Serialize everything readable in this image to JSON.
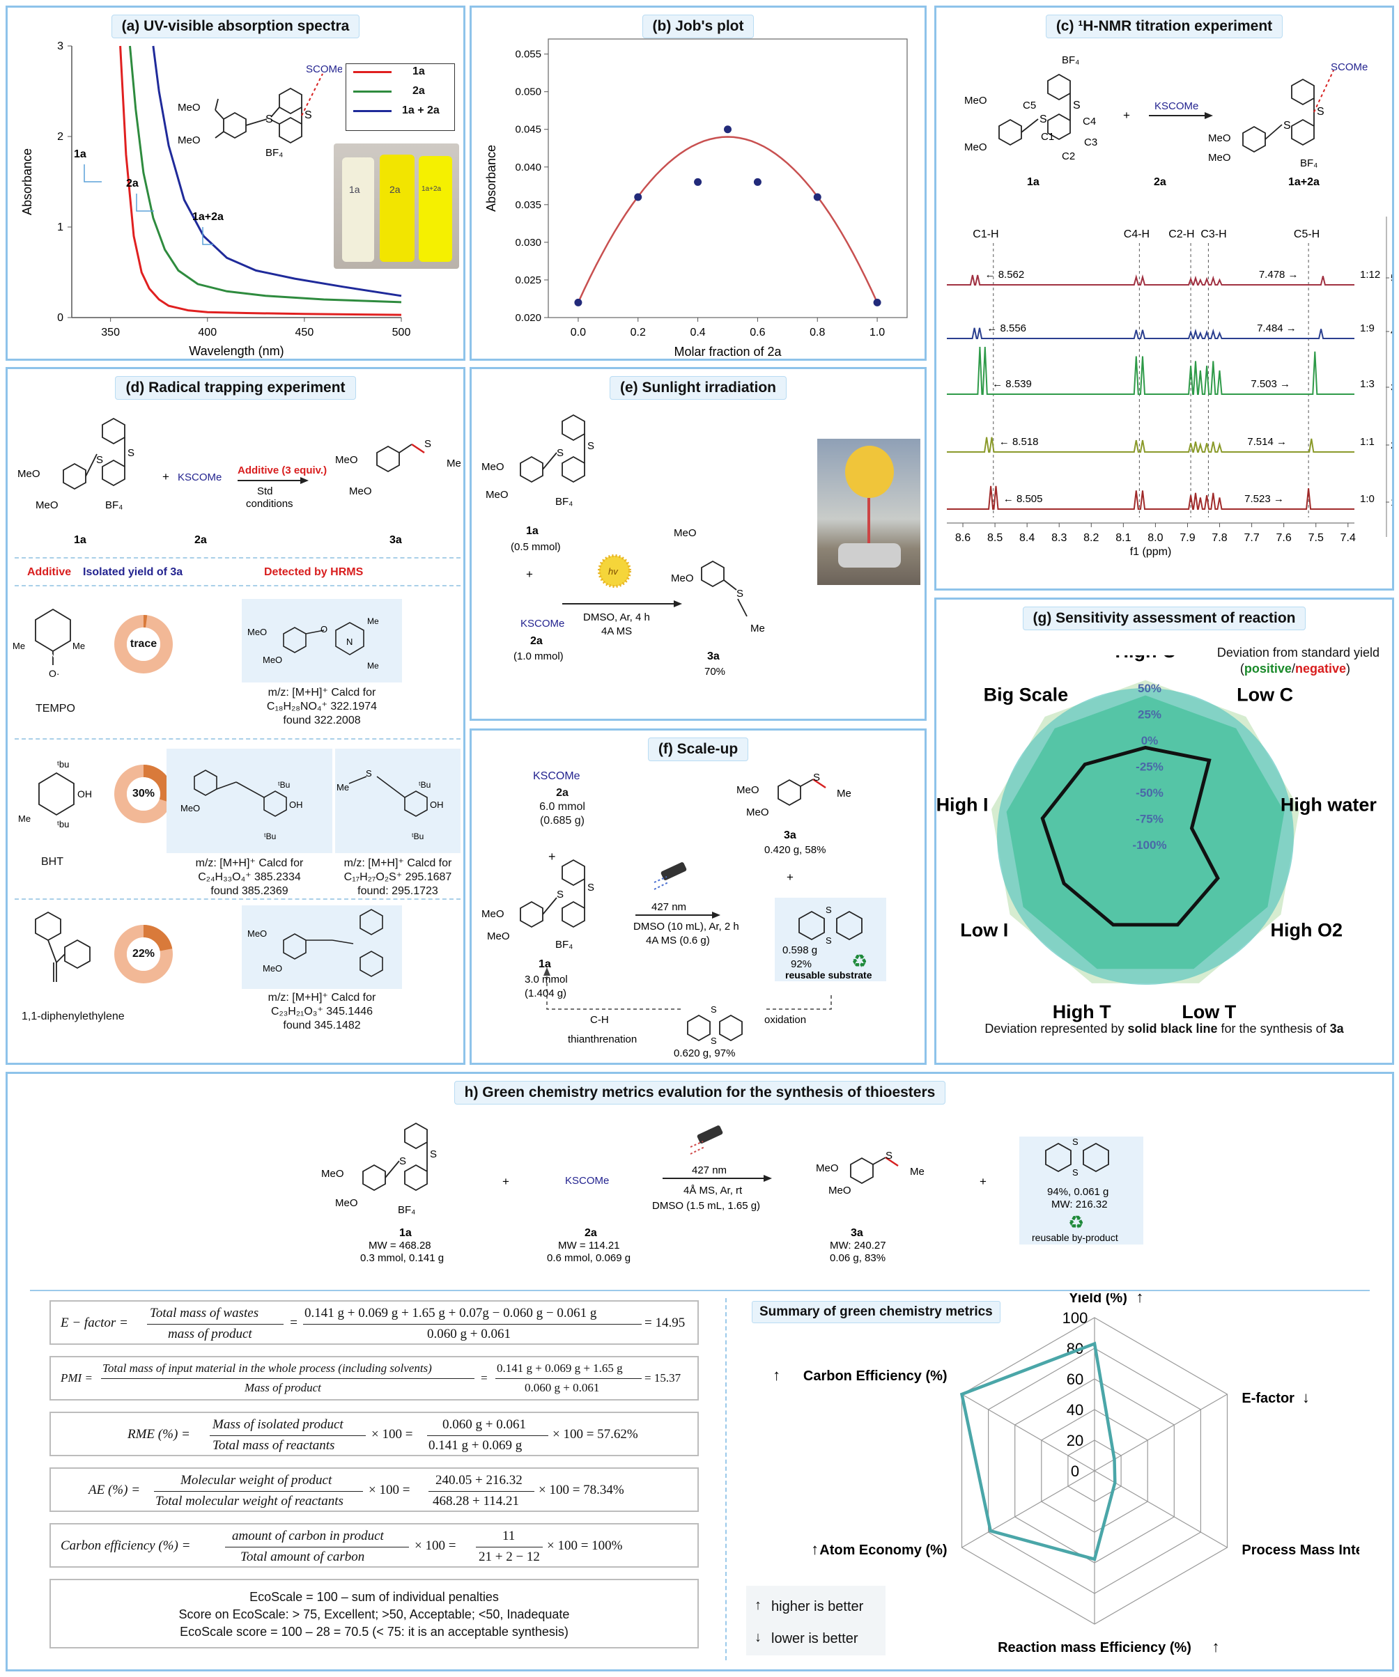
{
  "panels": {
    "a": {
      "title": "(a) UV-visible absorption spectra"
    },
    "b": {
      "title": "(b) Job's plot"
    },
    "c": {
      "title": "(c) ¹H-NMR titration experiment"
    },
    "d": {
      "title": "(d) Radical trapping experiment"
    },
    "e": {
      "title": "(e) Sunlight irradiation"
    },
    "f": {
      "title": "(f) Scale-up"
    },
    "g": {
      "title": "(g) Sensitivity assessment of reaction"
    },
    "h": {
      "title": "h) Green chemistry metrics evalution for the synthesis of thioesters"
    }
  },
  "chart_data": [
    {
      "type": "line",
      "panel": "a",
      "xlabel": "Wavelength (nm)",
      "ylabel": "Absorbance",
      "xlim": [
        330,
        500
      ],
      "ylim": [
        0,
        3
      ],
      "xticks": [
        350,
        400,
        450,
        500
      ],
      "yticks": [
        0,
        1,
        2,
        3
      ],
      "series": [
        {
          "name": "1a",
          "color": "#e02020",
          "x": [
            355,
            358,
            362,
            366,
            370,
            375,
            380,
            390,
            400,
            420,
            450,
            500
          ],
          "y": [
            3.0,
            1.8,
            0.9,
            0.5,
            0.32,
            0.2,
            0.13,
            0.08,
            0.06,
            0.05,
            0.04,
            0.03
          ]
        },
        {
          "name": "2a",
          "color": "#2e8b3e",
          "x": [
            360,
            363,
            367,
            372,
            378,
            385,
            395,
            410,
            430,
            460,
            500
          ],
          "y": [
            3.0,
            2.3,
            1.6,
            1.1,
            0.75,
            0.52,
            0.37,
            0.29,
            0.24,
            0.2,
            0.17
          ]
        },
        {
          "name": "1a + 2a",
          "color": "#1f2a9a",
          "x": [
            372,
            375,
            380,
            388,
            398,
            410,
            425,
            445,
            470,
            500
          ],
          "y": [
            3.0,
            2.5,
            1.9,
            1.3,
            0.9,
            0.66,
            0.52,
            0.43,
            0.34,
            0.24
          ]
        }
      ],
      "annotations": [
        "1a",
        "2a",
        "1a+2a"
      ],
      "vial_labels": [
        "1a",
        "2a",
        "1a+2a"
      ]
    },
    {
      "type": "scatter",
      "panel": "b",
      "xlabel": "Molar fraction of 2a",
      "ylabel": "Absorbance",
      "xlim": [
        -0.1,
        1.1
      ],
      "ylim": [
        0.02,
        0.057
      ],
      "xticks": [
        0.0,
        0.2,
        0.4,
        0.6,
        0.8,
        1.0
      ],
      "yticks": [
        0.02,
        0.025,
        0.03,
        0.035,
        0.04,
        0.045,
        0.05,
        0.055
      ],
      "x": [
        0.0,
        0.2,
        0.4,
        0.5,
        0.6,
        0.8,
        1.0
      ],
      "y": [
        0.022,
        0.036,
        0.038,
        0.045,
        0.038,
        0.036,
        0.022
      ],
      "fit": {
        "type": "quadratic",
        "vertex_x": 0.5,
        "vertex_y": 0.044,
        "endpoint_y": 0.022
      }
    },
    {
      "type": "line",
      "panel": "c",
      "xlabel": "f1 (ppm)",
      "xlim": [
        8.65,
        7.38
      ],
      "xticks": [
        8.6,
        8.5,
        8.4,
        8.3,
        8.2,
        8.1,
        8.0,
        7.9,
        7.8,
        7.7,
        7.6,
        7.5,
        7.4
      ],
      "peak_labels": [
        "C1-H",
        "C4-H",
        "C2-H",
        "C3-H",
        "C5-H"
      ],
      "spectra": [
        {
          "ratio": "1:12",
          "index": "5",
          "color": "#a03040",
          "c1": "8.562",
          "c5": "7.478",
          "amp": 0.1
        },
        {
          "ratio": "1:9",
          "index": "4",
          "color": "#2a3f8f",
          "c1": "8.556",
          "c5": "7.484",
          "amp": 0.12
        },
        {
          "ratio": "1:3",
          "index": "3",
          "color": "#2e9a48",
          "c1": "8.539",
          "c5": "7.503",
          "amp": 1.0
        },
        {
          "ratio": "1:1",
          "index": "2",
          "color": "#8a9a2a",
          "c1": "8.518",
          "c5": "7.514",
          "amp": 0.22
        },
        {
          "ratio": "1:0",
          "index": "1",
          "color": "#a02a2a",
          "c1": "8.505",
          "c5": "7.523",
          "amp": 0.42
        }
      ]
    },
    {
      "type": "radar",
      "panel": "g",
      "axes": [
        "High C",
        "Low C",
        "High water",
        "High O2",
        "Low T",
        "High T",
        "Low I",
        "High I",
        "Big Scale"
      ],
      "rings": [
        "-100%",
        "-75%",
        "-50%",
        "-25%",
        "0%",
        "25%",
        "50%"
      ],
      "values": [
        -15,
        -5,
        -55,
        -20,
        -10,
        -10,
        -10,
        0,
        -10
      ]
    },
    {
      "type": "radar",
      "panel": "h",
      "title": "Summary of green chemistry metrics",
      "axes": [
        "Yield (%)",
        "E-factor",
        "Process Mass Intensity",
        "Reaction mass Efficiency (%)",
        "Atom Economy (%)",
        "Carbon Efficiency (%)"
      ],
      "ticks": [
        0,
        20,
        40,
        60,
        80,
        100
      ],
      "values": [
        83,
        14.95,
        15.37,
        57.62,
        78.34,
        100
      ]
    }
  ],
  "a": {
    "legend": [
      "1a",
      "2a",
      "1a + 2a"
    ],
    "anion": "SCOMe",
    "meo2c": "MeO",
    "meo": "MeO",
    "bf4": "BF₄"
  },
  "c": {
    "scheme": {
      "r1": "1a",
      "r2": "2a",
      "p": "1a+2a",
      "reagent": "KSCOMe",
      "plus": "+",
      "anion": "SCOMe",
      "c1": "C1",
      "c2": "C2",
      "c3": "C3",
      "c4": "C4",
      "c5": "C5"
    }
  },
  "d": {
    "reagent": "KSCOMe",
    "conditions": "Additive (3 equiv.)",
    "conditions2": "Std",
    "conditions3": "conditions",
    "labels": [
      "1a",
      "2a",
      "3a"
    ],
    "legend_additive": "Additive",
    "legend_yield": "Isolated yield of 3a",
    "legend_hrms": "Detected by HRMS",
    "rows": [
      {
        "name": "TEMPO",
        "yield_text": "trace",
        "yield": 0.02,
        "hrms": [
          "m/z: [M+H]⁺ Calcd for",
          "C₁₈H₂₈NO₄⁺ 322.1974",
          "found 322.2008"
        ]
      },
      {
        "name": "BHT",
        "yield_text": "30%",
        "yield": 0.3,
        "hrms": [
          "m/z: [M+H]⁺ Calcd for",
          "C₂₄H₃₃O₄⁺ 385.2334",
          "found 385.2369"
        ],
        "hrms2": [
          "m/z: [M+H]⁺ Calcd for",
          "C₁₇H₂₇O₂S⁺ 295.1687",
          "found: 295.1723"
        ]
      },
      {
        "name": "1,1-diphenylethylene",
        "yield_text": "22%",
        "yield": 0.22,
        "hrms": [
          "m/z: [M+H]⁺ Calcd for",
          "C₂₃H₂₁O₃⁺ 345.1446",
          "found 345.1482"
        ]
      }
    ]
  },
  "e": {
    "r1": "1a",
    "r1_amt": "(0.5 mmol)",
    "plus": "+",
    "r2": "KSCOMe",
    "r2_label": "2a",
    "r2_amt": "(1.0 mmol)",
    "hv": "hv",
    "cond1": "DMSO, Ar, 4 h",
    "cond2": "4A MS",
    "p": "3a",
    "p_yield": "70%"
  },
  "f": {
    "r2": "KSCOMe",
    "r2_label": "2a",
    "r2_amt1": "6.0 mmol",
    "r2_amt2": "(0.685 g)",
    "r1": "1a",
    "r1_amt1": "3.0 mmol",
    "r1_amt2": "(1.404 g)",
    "plus": "+",
    "wavelength": "427 nm",
    "cond1": "DMSO (10 mL), Ar, 2 h",
    "cond2": "4A MS (0.6 g)",
    "p": "3a",
    "p_yield": "0.420 g, 58%",
    "plus2": "+",
    "byproduct_mass": "0.598 g",
    "byproduct_yield": "92%",
    "byproduct_label": "reusable substrate",
    "ch": "C-H",
    "thianthrenation": "thianthrenation",
    "oxidation": "oxidation",
    "sulfoxide": "0.620 g, 97%"
  },
  "g": {
    "subtitle": "Deviation from standard yield",
    "positive": "positive",
    "slash": "/",
    "negative": "negative",
    "footer_pre": "Deviation represented by ",
    "footer_bold": "solid black line",
    "footer_mid": " for the synthesis of ",
    "footer_end": "3a"
  },
  "h": {
    "r1": "1a",
    "r1_mw": "MW = 468.28",
    "r1_amt": "0.3 mmol, 0.141 g",
    "r2": "KSCOMe",
    "r2_label": "2a",
    "r2_mw": "MW = 114.21",
    "r2_amt": "0.6 mmol, 0.069 g",
    "plus": "+",
    "wavelength": "427 nm",
    "cond1": "4Å MS, Ar, rt",
    "cond2": "DMSO (1.5 mL, 1.65 g)",
    "p": "3a",
    "p_mw": "MW: 240.27",
    "p_amt": "0.06 g, 83%",
    "bp1": "94%, 0.061 g",
    "bp2": "MW: 216.32",
    "bp3": "reusable by-product",
    "metrics": {
      "ef_lhs": "E − factor =",
      "ef_num": "Total mass of wastes",
      "ef_den": "mass of product",
      "ef_num2": "0.141 g + 0.069 g + 1.65 g + 0.07g − 0.060 g − 0.061 g",
      "ef_den2": "0.060 g + 0.061",
      "ef_res": "= 14.95",
      "pmi_lhs": "PMI =",
      "pmi_num": "Total mass of input material in the whole process (including solvents)",
      "pmi_den": "Mass of product",
      "pmi_num2": "0.141 g + 0.069 g + 1.65 g",
      "pmi_den2": "0.060 g + 0.061",
      "pmi_res": "= 15.37",
      "rme_lhs": "RME (%) =",
      "rme_num": "Mass of isolated product",
      "rme_den": "Total mass of reactants",
      "rme_num2": "0.060 g + 0.061",
      "rme_den2": "0.141 g + 0.069 g",
      "rme_res": "× 100 =  57.62%",
      "ae_lhs": "AE (%) =",
      "ae_num": "Molecular weight of product",
      "ae_den": "Total molecular weight of reactants",
      "ae_num2": "240.05 + 216.32",
      "ae_den2": "468.28 + 114.21",
      "ae_res": "× 100 = 78.34%",
      "ce_lhs": "Carbon efficiency (%) =",
      "ce_num": "amount of carbon in product",
      "ce_den": "Total amount of carbon",
      "ce_num2": "11",
      "ce_den2": "21 + 2 − 12",
      "ce_res": "× 100 = 100%",
      "times100": "× 100 =",
      "eq": "=",
      "eco1": "EcoScale = 100 – sum of individual penalties",
      "eco2": "Score on EcoScale: > 75, Excellent; >50, Acceptable; <50, Inadequate",
      "eco3": "EcoScale score = 100 – 28 = 70.5 (< 75: it is an acceptable synthesis)"
    },
    "legend_higher": "higher is better",
    "legend_lower": "lower is better"
  },
  "colors": {
    "panel_border": "#8ec3ea",
    "title_bg": "#e8f3fb",
    "box_bg": "#e6f1fa",
    "blue_text": "#23238f",
    "red_text": "#d81e1e",
    "teal": "#4aa6a8"
  }
}
